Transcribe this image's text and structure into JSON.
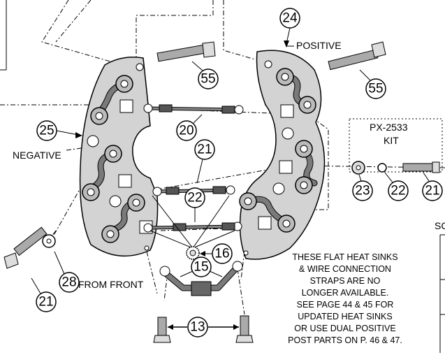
{
  "labels": {
    "positive": "POSITIVE",
    "negative": "NEGATIVE",
    "from_front": "FROM FRONT",
    "kit_name": "PX-2533",
    "kit_word": "KIT",
    "corner_text": "SC"
  },
  "callouts": {
    "c24": "24",
    "c55a": "55",
    "c55b": "55",
    "c25": "25",
    "c20": "20",
    "c21a": "21",
    "c21b": "21",
    "c21c": "21",
    "c22a": "22",
    "c22b": "22",
    "c23": "23",
    "c16": "16",
    "c15": "15",
    "c13": "13",
    "c28": "28"
  },
  "note_lines": [
    "THESE FLAT HEAT SINKS",
    "& WIRE CONNECTION",
    "STRAPS ARE NO",
    "LONGER AVAILABLE.",
    "SEE PAGE 44 & 45 FOR",
    "UPDATED HEAT SINKS",
    "OR USE DUAL POSITIVE",
    "POST PARTS ON P. 46 & 47."
  ],
  "colors": {
    "sink_fill": "#d3d3d3",
    "wire": "#7a7a7a",
    "line": "#000000"
  }
}
